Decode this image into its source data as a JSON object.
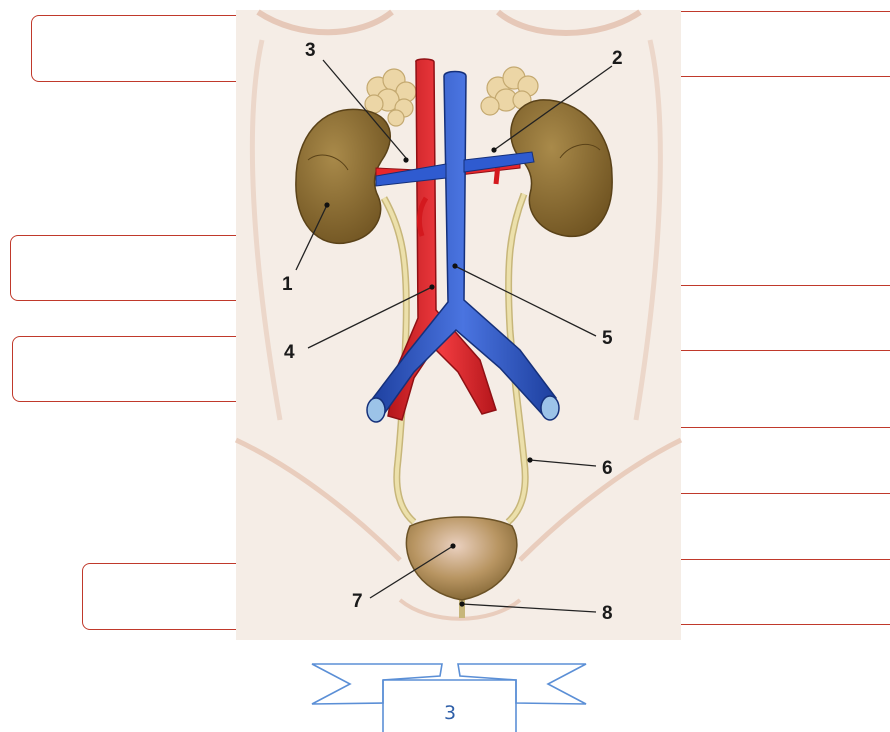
{
  "diagram": {
    "labels": [
      "1",
      "2",
      "3",
      "4",
      "5",
      "6",
      "7",
      "8"
    ],
    "answer_boxes": [
      "",
      "",
      "",
      "",
      "",
      "",
      "",
      ""
    ],
    "colors": {
      "artery": "#e8262b",
      "vein": "#2f5bd0",
      "kidney": "#8a6a2a",
      "adrenal": "#ecd6a6",
      "ureter": "#e8dba4",
      "bladder": "#b08e5a",
      "box_border": "#c0392b"
    }
  },
  "footer": {
    "page_number": "3"
  }
}
